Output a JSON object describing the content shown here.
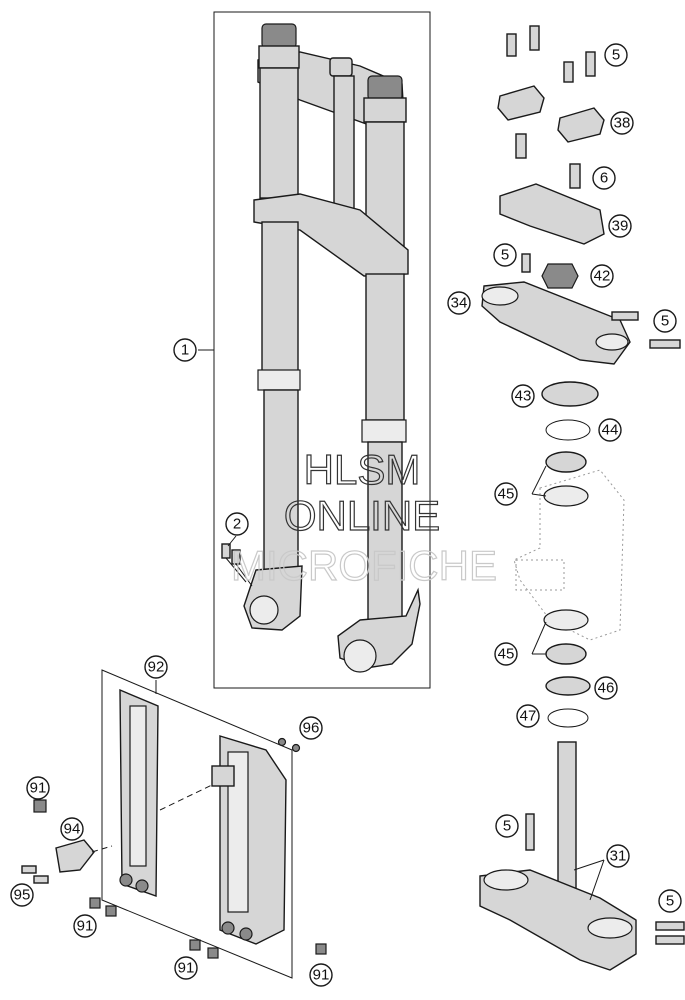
{
  "watermark": {
    "line1": "HLSM",
    "line2": "ONLINE",
    "line3": "MICROFICHE"
  },
  "callouts": {
    "c1": "1",
    "c2": "2",
    "c5a": "5",
    "c38": "38",
    "c6": "6",
    "c39": "39",
    "c5b": "5",
    "c42": "42",
    "c34": "34",
    "c5c": "5",
    "c43": "43",
    "c44": "44",
    "c45a": "45",
    "c45b": "45",
    "c46": "46",
    "c47": "47",
    "c5d": "5",
    "c31": "31",
    "c5e": "5",
    "c92": "92",
    "c96": "96",
    "c91a": "91",
    "c94": "94",
    "c95": "95",
    "c91b": "91",
    "c91c": "91",
    "c91d": "91"
  }
}
